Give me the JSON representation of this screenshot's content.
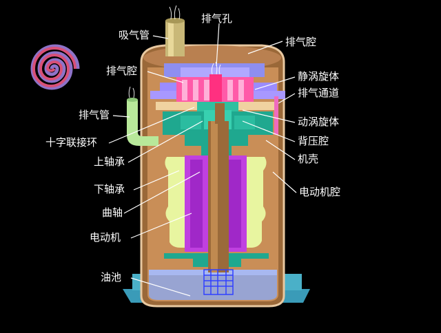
{
  "labels": {
    "suction_pipe": "吸气管",
    "discharge_hole": "排气孔",
    "discharge_chamber_top": "排气腔",
    "discharge_chamber_left": "排气腔",
    "fixed_scroll": "静涡旋体",
    "discharge_passage": "排气通道",
    "discharge_pipe": "排气管",
    "orbiting_scroll": "动涡旋体",
    "oldham_ring": "十字联接环",
    "back_pressure_chamber": "背压腔",
    "upper_bearing": "上轴承",
    "housing": "机壳",
    "lower_bearing": "下轴承",
    "motor_chamber": "电动机腔",
    "crankshaft": "曲轴",
    "motor": "电动机",
    "oil_sump": "油池"
  },
  "colors": {
    "background": "#000000",
    "shell": "#b07a44",
    "shell_inner": "#c98e57",
    "scroll_violet": "#9b8cff",
    "scroll_pink": "#ff5aa8",
    "green_frame": "#1fa88f",
    "shaft": "#9a6a3a",
    "motor_pink": "#c040e0",
    "stator_yellow": "#e8f5a0",
    "base": "#3a9bb8",
    "suction_pipe": "#c9b878",
    "discharge_pipe": "#b8e89a",
    "spiral_outer": "#8e72c8",
    "spiral_inner": "#d85078"
  }
}
